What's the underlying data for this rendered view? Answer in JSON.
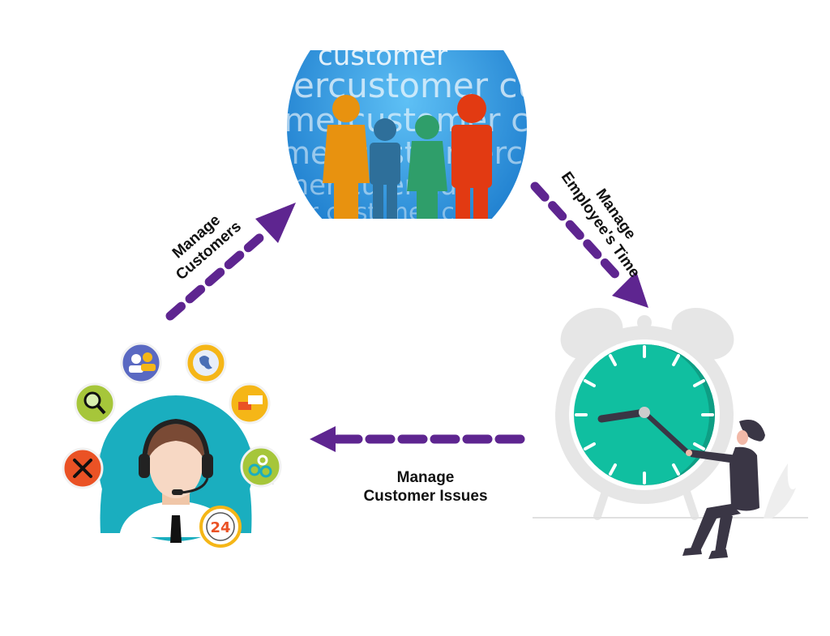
{
  "diagram": {
    "nodes": [
      {
        "id": "customers",
        "label": "customers globe with four people figures",
        "globe_word": "customer",
        "colors": {
          "globe": "#3a9be0",
          "person1": "#e8920f",
          "person2": "#2e6f9a",
          "person3": "#2f9e6a",
          "person4": "#e23a12"
        }
      },
      {
        "id": "employee-time",
        "label": "alarm clock with woman pulling hand",
        "colors": {
          "clock_face": "#10bfa0",
          "clock_rim": "#e6e6e6",
          "person": "#3a3645"
        }
      },
      {
        "id": "customer-support",
        "label": "support agent with headset surrounded by service icons",
        "badge": "24",
        "colors": {
          "bg": "#1aaebf",
          "blue_icon": "#5a69c2",
          "green_icon": "#a6c63a",
          "orange_icon": "#f5b617",
          "red_icon": "#ea5225"
        }
      }
    ],
    "edges": [
      {
        "from": "customer-support",
        "to": "customers",
        "label_line1": "Manage",
        "label_line2": "Customers"
      },
      {
        "from": "customers",
        "to": "employee-time",
        "label_line1": "Manage",
        "label_line2": "Employee's Time"
      },
      {
        "from": "employee-time",
        "to": "customer-support",
        "label_line1": "Manage",
        "label_line2": "Customer Issues"
      }
    ],
    "arrow_color": "#5e2590"
  }
}
